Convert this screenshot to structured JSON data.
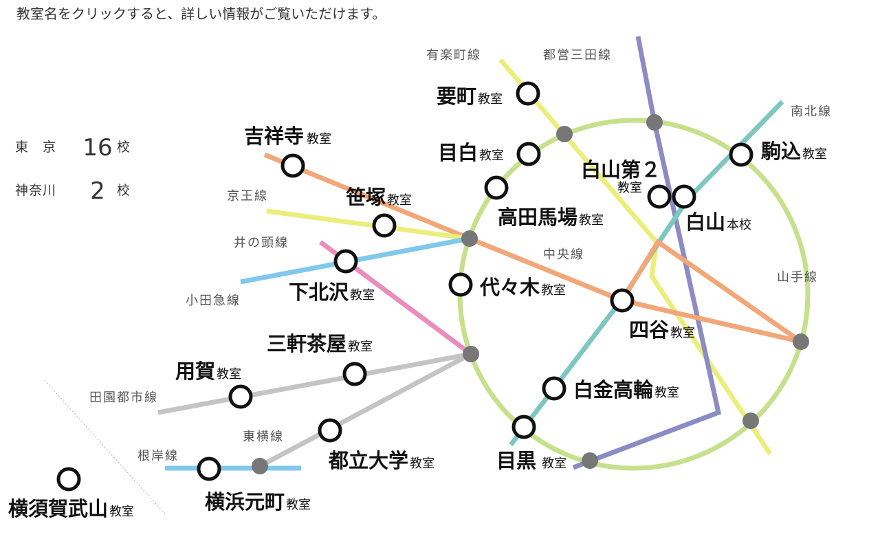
{
  "intro": "教室名をクリックすると、詳しい情報がご覧いただけます。",
  "counts": [
    {
      "pref": "東　京",
      "num": "16",
      "unit": "校"
    },
    {
      "pref": "神奈川",
      "num": "2",
      "unit": "校"
    }
  ],
  "suffix_classroom": "教室",
  "suffix_honko": "本校",
  "lines": [
    {
      "id": "yamanote",
      "label": "山手線",
      "color": "#c7e08c"
    },
    {
      "id": "chuo",
      "label": "中央線",
      "color": "#f2a779"
    },
    {
      "id": "yurakucho",
      "label": "有楽町線",
      "color": "#ecee7c"
    },
    {
      "id": "mita",
      "label": "都営三田線",
      "color": "#8c8cc4"
    },
    {
      "id": "nanboku",
      "label": "南北線",
      "color": "#7cc8c0"
    },
    {
      "id": "keio",
      "label": "京王線",
      "color": "#ecee7c"
    },
    {
      "id": "inokashira",
      "label": "井の頭線",
      "color": "#ec8cbc"
    },
    {
      "id": "odakyu",
      "label": "小田急線",
      "color": "#80c8ec"
    },
    {
      "id": "denentoshi",
      "label": "田園都市線",
      "color": "#c4c4c4"
    },
    {
      "id": "toyoko",
      "label": "東横線",
      "color": "#c4c4c4"
    },
    {
      "id": "negishi",
      "label": "根岸線",
      "color": "#80c8ec"
    }
  ],
  "classrooms": [
    {
      "id": "kaname",
      "name": "要町",
      "suffix": "教室"
    },
    {
      "id": "mejiro",
      "name": "目白",
      "suffix": "教室"
    },
    {
      "id": "hakusan2",
      "name": "白山第２",
      "suffix": "教室"
    },
    {
      "id": "komagome",
      "name": "駒込",
      "suffix": "教室"
    },
    {
      "id": "kichijoji",
      "name": "吉祥寺",
      "suffix": "教室"
    },
    {
      "id": "sasazuka",
      "name": "笹塚",
      "suffix": "教室"
    },
    {
      "id": "takadanobaba",
      "name": "高田馬場",
      "suffix": "教室"
    },
    {
      "id": "hakusan",
      "name": "白山",
      "suffix": "本校"
    },
    {
      "id": "shimokitazawa",
      "name": "下北沢",
      "suffix": "教室"
    },
    {
      "id": "yoyogi",
      "name": "代々木",
      "suffix": "教室"
    },
    {
      "id": "yotsuya",
      "name": "四谷",
      "suffix": "教室"
    },
    {
      "id": "sangenjaya",
      "name": "三軒茶屋",
      "suffix": "教室"
    },
    {
      "id": "yoga",
      "name": "用賀",
      "suffix": "教室"
    },
    {
      "id": "shirokanetakanawa",
      "name": "白金高輪",
      "suffix": "教室"
    },
    {
      "id": "meguro",
      "name": "目黒",
      "suffix": "教室"
    },
    {
      "id": "toritsudaigaku",
      "name": "都立大学",
      "suffix": "教室"
    },
    {
      "id": "yokohamamotomachi",
      "name": "横浜元町",
      "suffix": "教室"
    },
    {
      "id": "yokosukatakeyama",
      "name": "横須賀武山",
      "suffix": "教室"
    }
  ]
}
